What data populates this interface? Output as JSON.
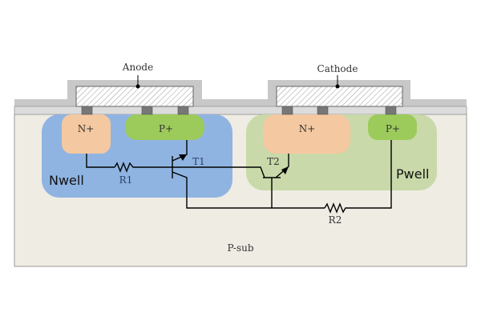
{
  "labels": {
    "anode": "Anode",
    "cathode": "Cathode",
    "nwell": "Nwell",
    "pwell": "Pwell",
    "psub": "P-sub",
    "n_plus_left": "N+",
    "p_plus_left": "P+",
    "n_plus_right": "N+",
    "p_plus_right": "P+",
    "r1": "R1",
    "r2": "R2",
    "t1": "T1",
    "t2": "T2"
  },
  "colors": {
    "substrate": "#efece4",
    "nwell": "#8fb4e2",
    "pwell": "#c9d9a9",
    "n_plus": "#f4c8a0",
    "p_plus": "#9dcb5b",
    "oxide": "#c8c8c8",
    "contact": "#777777"
  }
}
